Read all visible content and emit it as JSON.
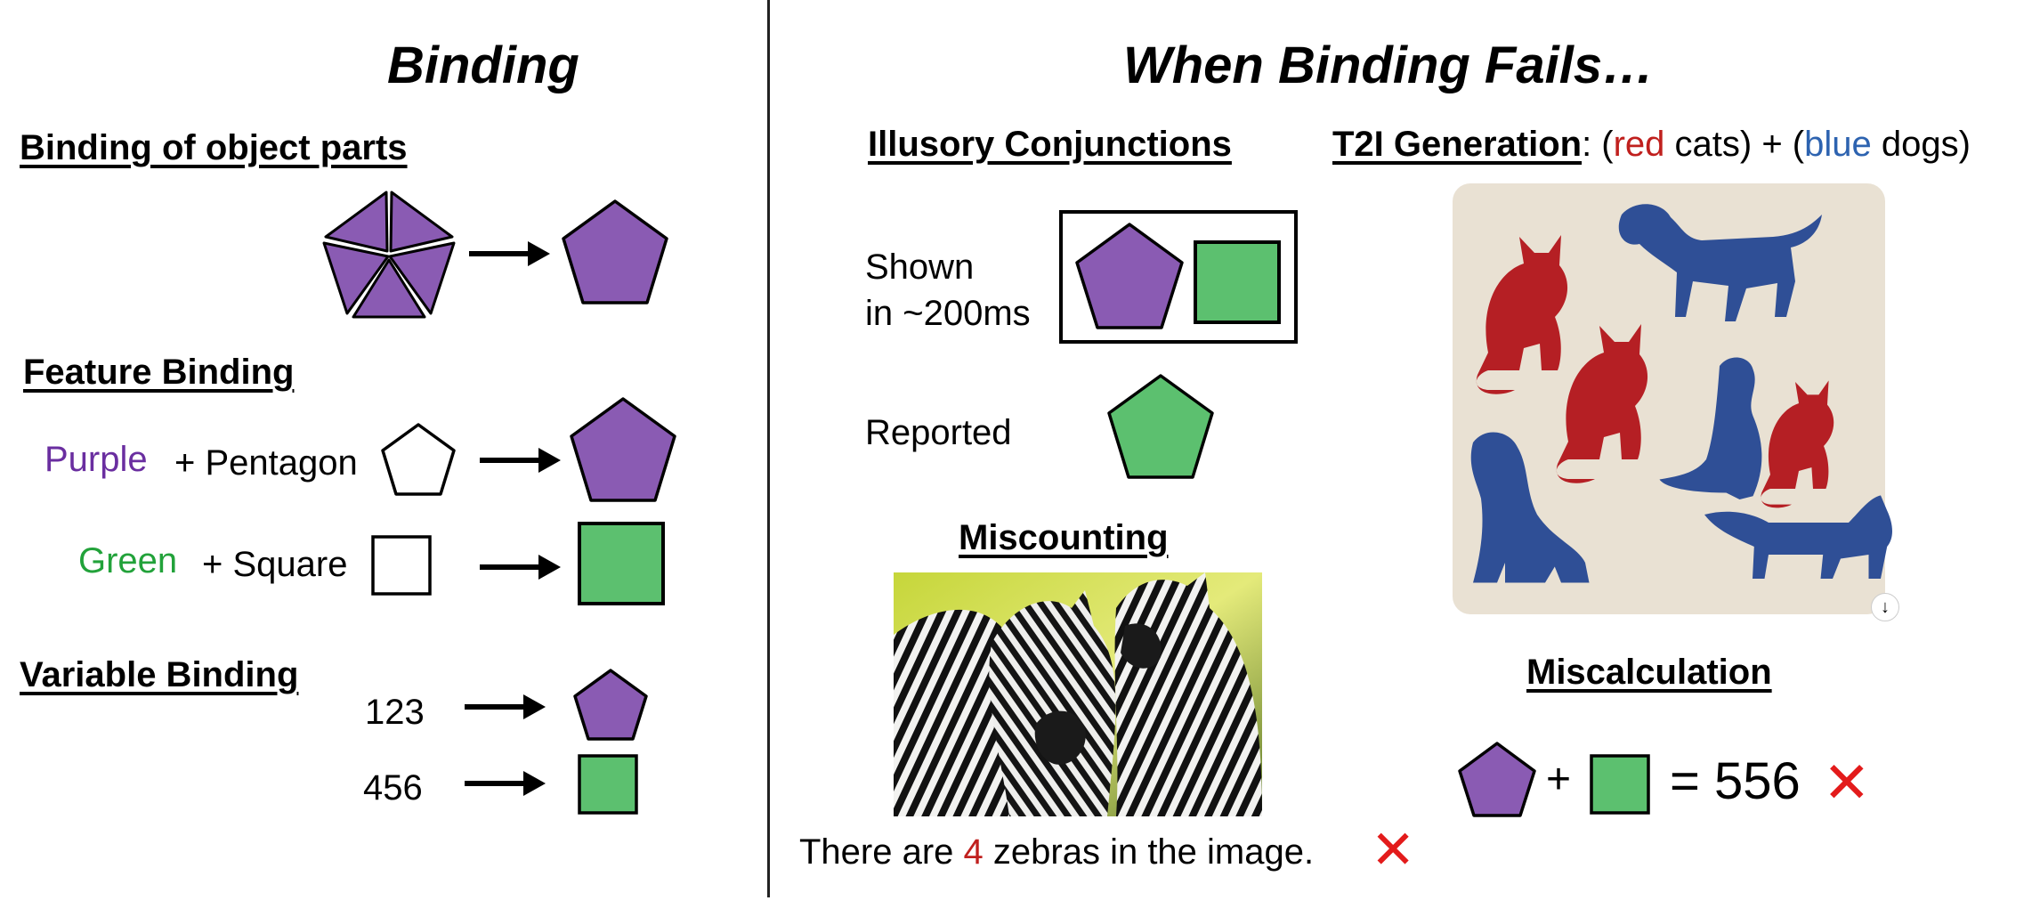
{
  "left": {
    "title": "Binding",
    "object_parts": {
      "heading": "Binding of object parts"
    },
    "feature_binding": {
      "heading": "Feature Binding",
      "purple_word": "Purple",
      "pentagon_text": "+ Pentagon",
      "green_word": "Green",
      "square_text": "+ Square"
    },
    "variable_binding": {
      "heading": "Variable Binding",
      "num1": "123",
      "num2": "456"
    }
  },
  "right": {
    "title": "When Binding Fails…",
    "illusory": {
      "heading": "Illusory Conjunctions",
      "shown_line1": "Shown",
      "shown_line2": "in ~200ms",
      "reported": "Reported"
    },
    "t2i": {
      "heading": "T2I Generation",
      "colon": ": (",
      "red_word": "red",
      "cats_text": " cats) + (",
      "blue_word": "blue",
      "dogs_text": " dogs)",
      "download_icon": "↓"
    },
    "miscounting": {
      "heading": "Miscounting",
      "caption_pre": "There are ",
      "caption_num": "4",
      "caption_post": " zebras in the image."
    },
    "miscalculation": {
      "heading": "Miscalculation",
      "plus": "+",
      "result": "= 556"
    },
    "wrong_mark": "✕"
  },
  "colors": {
    "purple_fill": "#8a5bb3",
    "green_fill": "#5cc06f",
    "purple_text": "#6a2ea0",
    "green_text": "#22a23a",
    "red_text": "#c0201e",
    "blue_text": "#2d63b0",
    "cross_red": "#e31b1b",
    "cat_red": "#b51f24",
    "dog_blue": "#2f4f96",
    "t2i_bg": "#e9e1d3"
  }
}
